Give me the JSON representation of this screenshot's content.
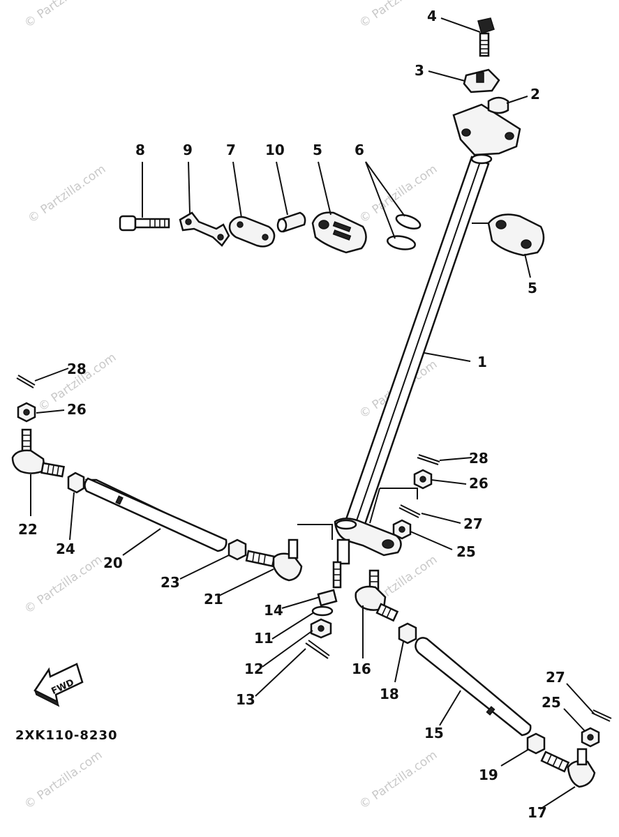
{
  "diagram": {
    "drawing_code": "2XK110-8230",
    "fwd_label": "FWD",
    "watermark": "© Partzilla.com",
    "callouts": [
      {
        "id": "c1",
        "label": "1"
      },
      {
        "id": "c2",
        "label": "2"
      },
      {
        "id": "c3",
        "label": "3"
      },
      {
        "id": "c4",
        "label": "4"
      },
      {
        "id": "c5a",
        "label": "5"
      },
      {
        "id": "c5b",
        "label": "5"
      },
      {
        "id": "c6",
        "label": "6"
      },
      {
        "id": "c7",
        "label": "7"
      },
      {
        "id": "c8",
        "label": "8"
      },
      {
        "id": "c9",
        "label": "9"
      },
      {
        "id": "c10",
        "label": "10"
      },
      {
        "id": "c11",
        "label": "11"
      },
      {
        "id": "c12",
        "label": "12"
      },
      {
        "id": "c13",
        "label": "13"
      },
      {
        "id": "c14",
        "label": "14"
      },
      {
        "id": "c15",
        "label": "15"
      },
      {
        "id": "c16",
        "label": "16"
      },
      {
        "id": "c17",
        "label": "17"
      },
      {
        "id": "c18",
        "label": "18"
      },
      {
        "id": "c19",
        "label": "19"
      },
      {
        "id": "c20",
        "label": "20"
      },
      {
        "id": "c21",
        "label": "21"
      },
      {
        "id": "c22",
        "label": "22"
      },
      {
        "id": "c23",
        "label": "23"
      },
      {
        "id": "c24",
        "label": "24"
      },
      {
        "id": "c25a",
        "label": "25"
      },
      {
        "id": "c25b",
        "label": "25"
      },
      {
        "id": "c26a",
        "label": "26"
      },
      {
        "id": "c26b",
        "label": "26"
      },
      {
        "id": "c27a",
        "label": "27"
      },
      {
        "id": "c27b",
        "label": "27"
      },
      {
        "id": "c28a",
        "label": "28"
      },
      {
        "id": "c28b",
        "label": "28"
      }
    ]
  }
}
